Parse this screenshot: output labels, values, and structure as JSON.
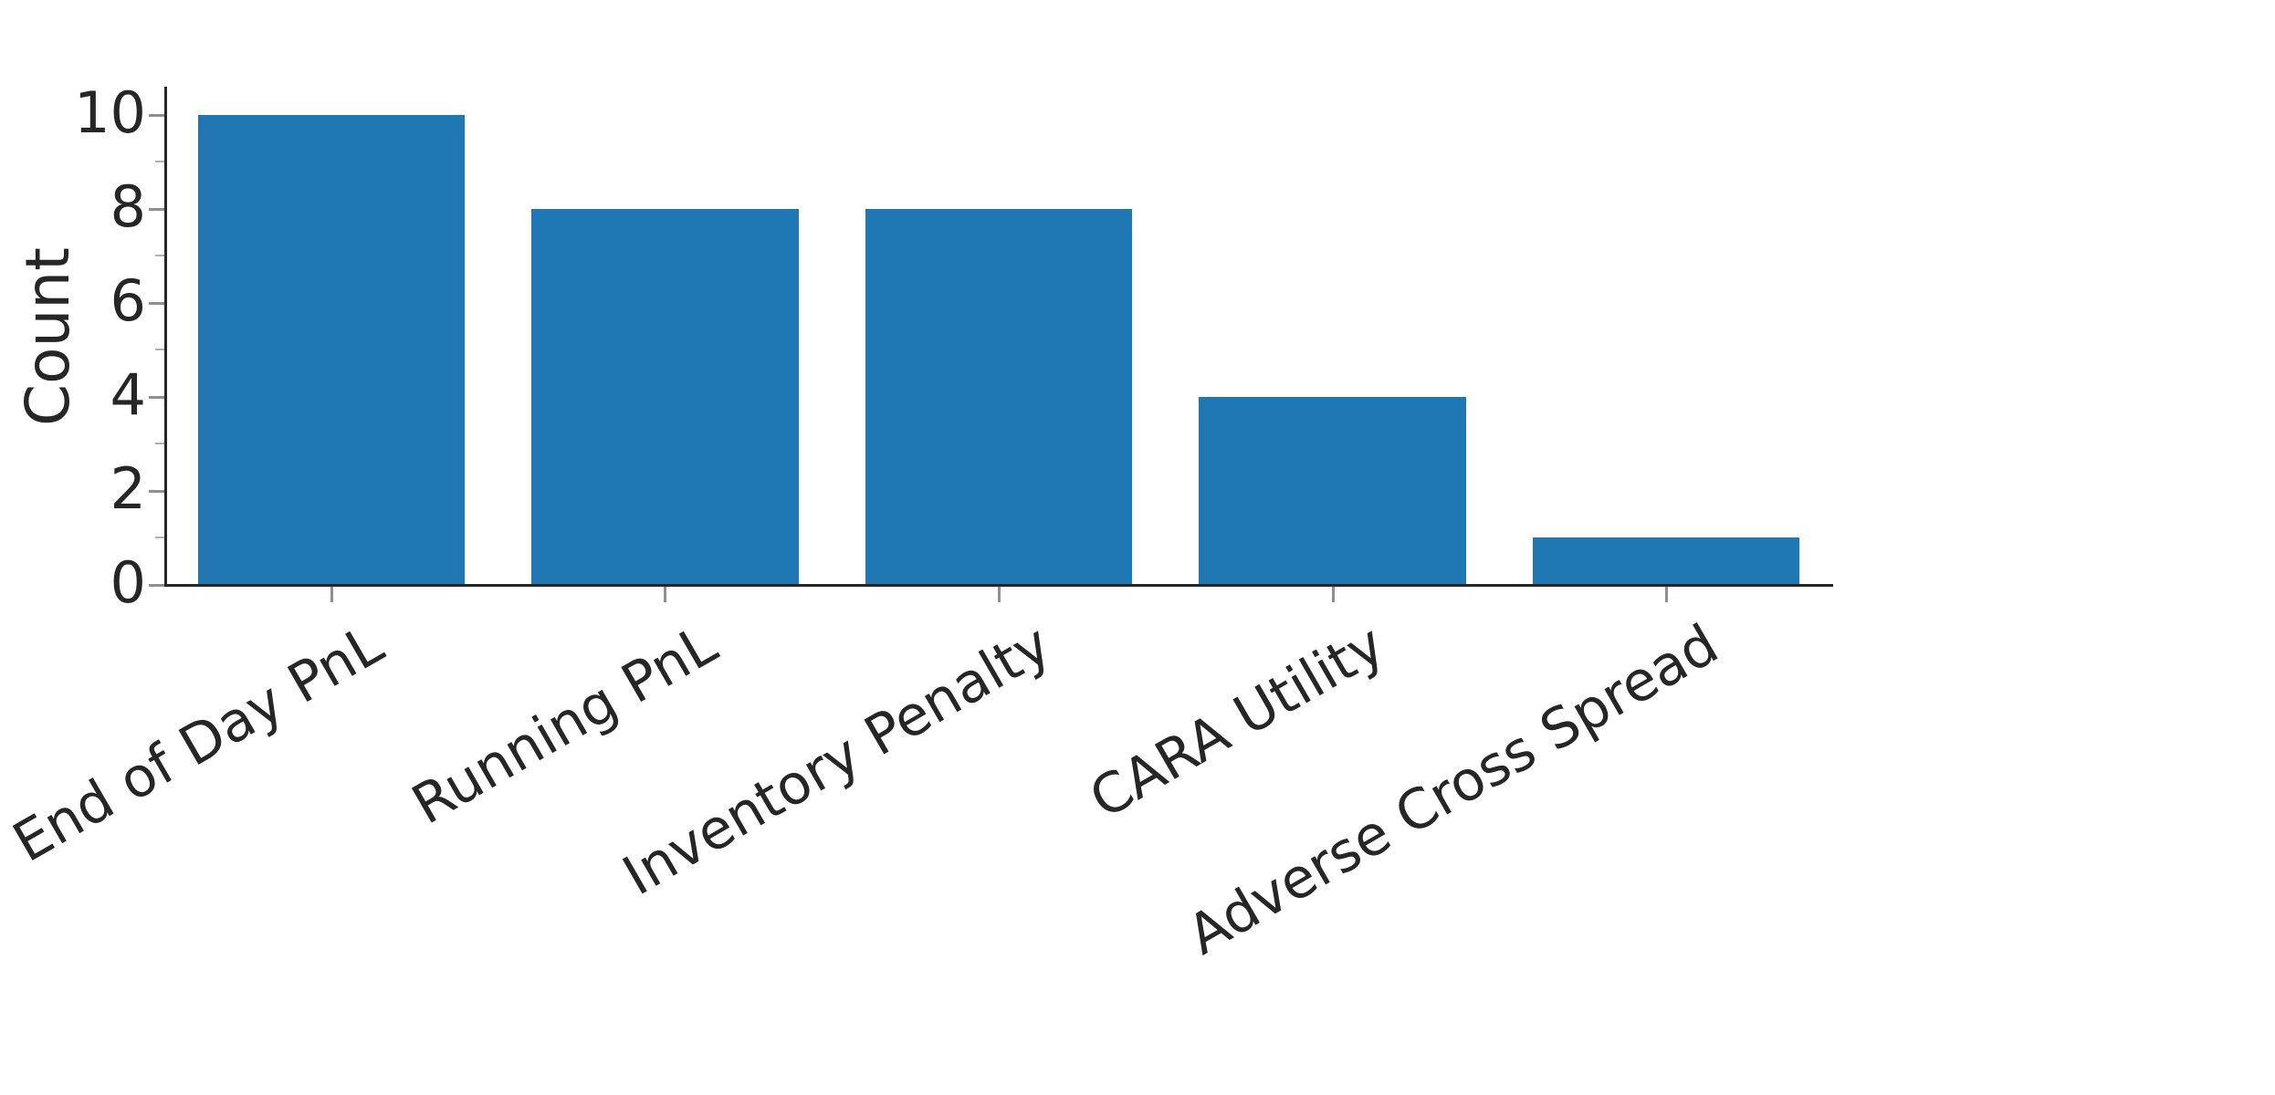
{
  "chart_data": {
    "type": "bar",
    "title": "",
    "xlabel": "",
    "ylabel": "Count",
    "categories": [
      "End of Day PnL",
      "Running PnL",
      "Inventory Penalty",
      "CARA Utility",
      "Adverse Cross Spread"
    ],
    "values": [
      10,
      8,
      8,
      4,
      1
    ],
    "ylim": [
      0,
      10.6
    ],
    "yticks": [
      0,
      2,
      4,
      6,
      8,
      10
    ],
    "ytick_labels": [
      "0",
      "2",
      "4",
      "6",
      "8",
      "10"
    ],
    "grid": false,
    "legend": null,
    "bar_color": "#1f77b4",
    "text_color": "#262626",
    "background": "#ffffff",
    "xtick_label_rotation": -30
  },
  "axis": {
    "y_title": "Count"
  }
}
